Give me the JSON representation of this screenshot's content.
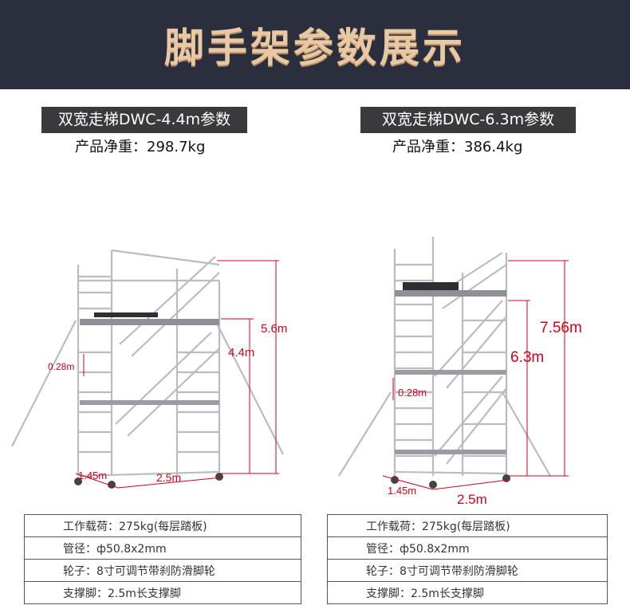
{
  "banner": {
    "title": "脚手架参数展示"
  },
  "panels": [
    {
      "model": "双宽走梯DWC-4.4m参数",
      "net_weight": "产品净重：298.7kg",
      "dimensions": {
        "total_height": "5.6m",
        "platform_height": "4.4m",
        "rung_gap": "0.28m",
        "width": "1.45m",
        "length": "2.5m"
      },
      "specs": [
        "工作载荷：275kg(每层踏板)",
        "管径：ф50.8x2mm",
        "轮子：8寸可调节带刹防滑脚轮",
        "支撑脚：2.5m长支撑脚"
      ]
    },
    {
      "model": "双宽走梯DWC-6.3m参数",
      "net_weight": "产品净重：386.4kg",
      "dimensions": {
        "total_height": "7.56m",
        "platform_height": "6.3m",
        "rung_gap": "0.28m",
        "width": "1.45m",
        "length": "2.5m"
      },
      "specs": [
        "工作载荷：275kg(每层踏板)",
        "管径：ф50.8x2mm",
        "轮子：8寸可调节带刹防滑脚轮",
        "支撑脚：2.5m长支撑脚"
      ]
    }
  ],
  "colors": {
    "banner_bg": "#2b2f3d",
    "title": "#e9c8a4",
    "dimension": "#d0021b",
    "tag_bg": "#3a3a3c"
  }
}
